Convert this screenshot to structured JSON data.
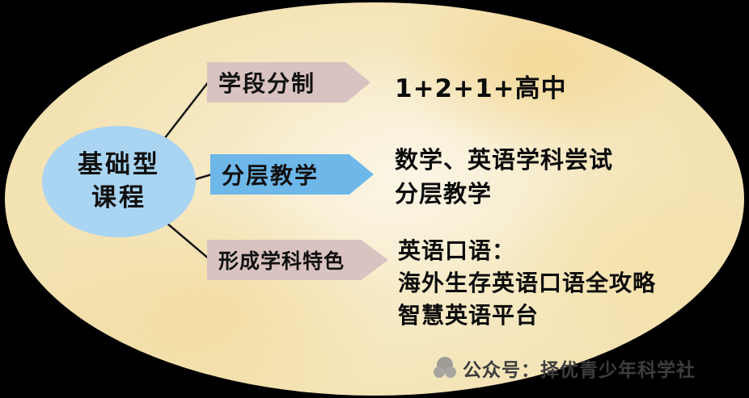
{
  "diagram": {
    "root": {
      "line1": "基础型",
      "line2": "课程",
      "fill": "#a9d4f2"
    },
    "branches": [
      {
        "label": "学段分制",
        "fill": "#d9c3c1",
        "details": [
          "1+2+1+高中"
        ]
      },
      {
        "label": "分层教学",
        "fill": "#6db7e9",
        "details": [
          "数学、英语学科尝试",
          "分层教学"
        ]
      },
      {
        "label": "形成学科特色",
        "fill": "#d9c3c1",
        "details": [
          "英语口语：",
          "海外生存英语口语全攻略",
          "智慧英语平台"
        ]
      }
    ]
  },
  "watermark": {
    "icon": "wechat-official-account-icon",
    "text": "公众号：择优青少年科学社"
  },
  "colors": {
    "page_background": "#000000",
    "ellipse_base": "#f6e9c6",
    "connector": "#151515",
    "text": "#0b0b0b",
    "watermark_text": "#3d3d3d"
  }
}
